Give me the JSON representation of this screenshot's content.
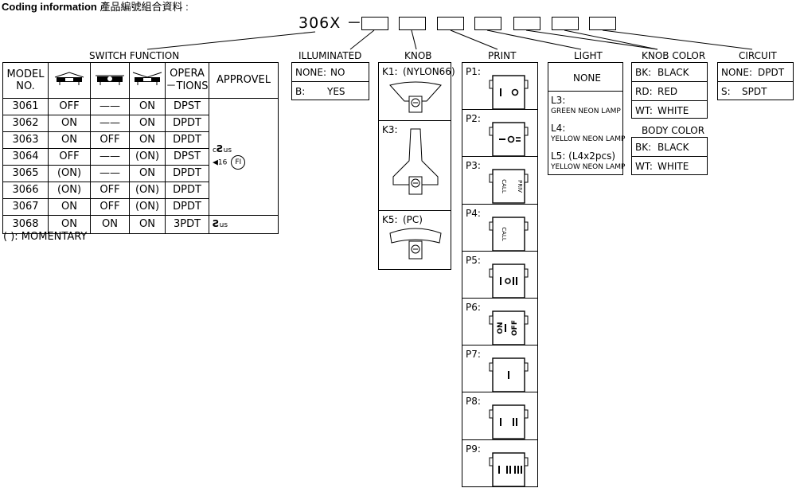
{
  "title": {
    "bold": "Coding information",
    "chinese": "產品編號組合資料 :"
  },
  "code_prefix": "306X －",
  "headers": {
    "switch_function": "SWITCH FUNCTION",
    "illuminated": "ILLUMINATED",
    "knob": "KNOB",
    "print": "PRINT",
    "light": "LIGHT",
    "knob_color": "KNOB COLOR",
    "body_color": "BODY COLOR",
    "circuit": "CIRCUIT"
  },
  "switch_table": {
    "col_model": [
      "MODEL",
      "NO."
    ],
    "col_operations": [
      "OPERA",
      "－TIONS"
    ],
    "col_approval": "APPROVEL",
    "rows": [
      {
        "model": "3061",
        "p1": "OFF",
        "p2": "——",
        "p3": "ON",
        "op": "DPST"
      },
      {
        "model": "3062",
        "p1": "ON",
        "p2": "——",
        "p3": "ON",
        "op": "DPDT"
      },
      {
        "model": "3063",
        "p1": "ON",
        "p2": "OFF",
        "p3": "ON",
        "op": "DPDT"
      },
      {
        "model": "3064",
        "p1": "OFF",
        "p2": "——",
        "p3": "(ON)",
        "op": "DPST"
      },
      {
        "model": "3065",
        "p1": "(ON)",
        "p2": "——",
        "p3": "ON",
        "op": "DPDT"
      },
      {
        "model": "3066",
        "p1": "(ON)",
        "p2": "OFF",
        "p3": "(ON)",
        "op": "DPDT"
      },
      {
        "model": "3067",
        "p1": "ON",
        "p2": "OFF",
        "p3": "(ON)",
        "op": "DPDT"
      },
      {
        "model": "3068",
        "p1": "ON",
        "p2": "ON",
        "p3": "ON",
        "op": "3PDT"
      }
    ],
    "approval_marks": {
      "ul1": "c",
      "ul1b": "us",
      "num": "16",
      "fi": "FI",
      "ul2": "us"
    },
    "note": "(   ): MOMENTARY"
  },
  "illuminated": [
    {
      "code": "NONE:",
      "value": "NO"
    },
    {
      "code": "B:",
      "value": "YES"
    }
  ],
  "knob": [
    {
      "code": "K1:",
      "value": "(NYLON66)"
    },
    {
      "code": "K3:",
      "value": ""
    },
    {
      "code": "K5:",
      "value": "(PC)"
    }
  ],
  "print": [
    {
      "code": "P1:"
    },
    {
      "code": "P2:"
    },
    {
      "code": "P3:"
    },
    {
      "code": "P4:"
    },
    {
      "code": "P5:"
    },
    {
      "code": "P6:"
    },
    {
      "code": "P7:"
    },
    {
      "code": "P8:"
    },
    {
      "code": "P9:"
    }
  ],
  "print_labels": {
    "call": "CALL",
    "priv": "PRIV",
    "on": "ON",
    "off": "OFF"
  },
  "light": {
    "none": "NONE",
    "l3_code": "L3:",
    "l3_desc": "GREEN NEON LAMP",
    "l4_code": "L4:",
    "l4_desc": "YELLOW NEON LAMP",
    "l5_code": "L5: (L4x2pcs)",
    "l5_desc": "YELLOW NEON LAMP"
  },
  "knob_color": [
    {
      "code": "BK:",
      "value": "BLACK"
    },
    {
      "code": "RD:",
      "value": "RED"
    },
    {
      "code": "WT:",
      "value": "WHITE"
    }
  ],
  "body_color": [
    {
      "code": "BK:",
      "value": "BLACK"
    },
    {
      "code": "WT:",
      "value": "WHITE"
    }
  ],
  "circuit": [
    {
      "code": "NONE:",
      "value": "DPDT"
    },
    {
      "code": "S:",
      "value": "SPDT"
    }
  ]
}
